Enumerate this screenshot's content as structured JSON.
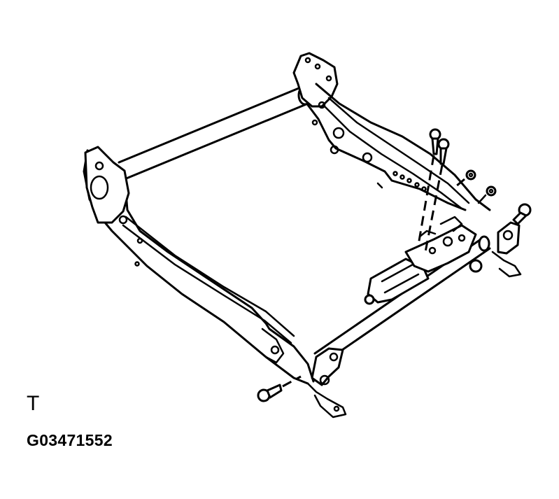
{
  "diagram": {
    "subject": "seat frame with power slide motor assembly",
    "view_label": "T",
    "figure_code": "G03471552",
    "colors": {
      "line": "#000000",
      "background": "#ffffff"
    },
    "parts": [
      {
        "name": "rear-cross-rod"
      },
      {
        "name": "front-cross-rod"
      },
      {
        "name": "left-side-rail"
      },
      {
        "name": "right-side-rail"
      },
      {
        "name": "slide-motor"
      },
      {
        "name": "mounting-bolts",
        "count": 4
      },
      {
        "name": "nuts",
        "count": 2
      }
    ]
  }
}
